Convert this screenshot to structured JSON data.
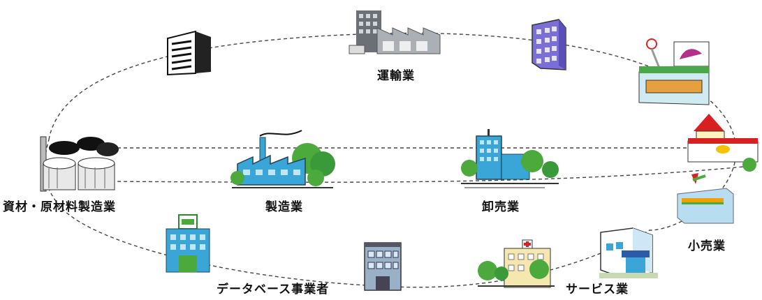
{
  "labels": {
    "transport": "運輸業",
    "materials": "資材・原材料製造業",
    "manufacturing": "製造業",
    "wholesale": "卸売業",
    "retail": "小売業",
    "database": "データベース事業者",
    "service": "サービス業"
  },
  "icons": {
    "office_dark": "office-building-icon",
    "warehouse": "warehouse-factory-icon",
    "purple_office": "purple-office-icon",
    "supermarket": "supermarket-icon",
    "smokestack": "smokestack-plant-icon",
    "factory": "factory-icon",
    "wholesale": "wholesale-office-icon",
    "convenience": "convenience-store-icon",
    "retail_shop": "retail-shop-icon",
    "bank": "bank-building-icon",
    "database_bldg": "database-building-icon",
    "hospital": "hospital-icon",
    "shop": "storefront-icon"
  },
  "colors": {
    "line": "#444444",
    "blue": "#3aa6d8",
    "green": "#3a9a3a",
    "purple": "#7a6fd8"
  }
}
